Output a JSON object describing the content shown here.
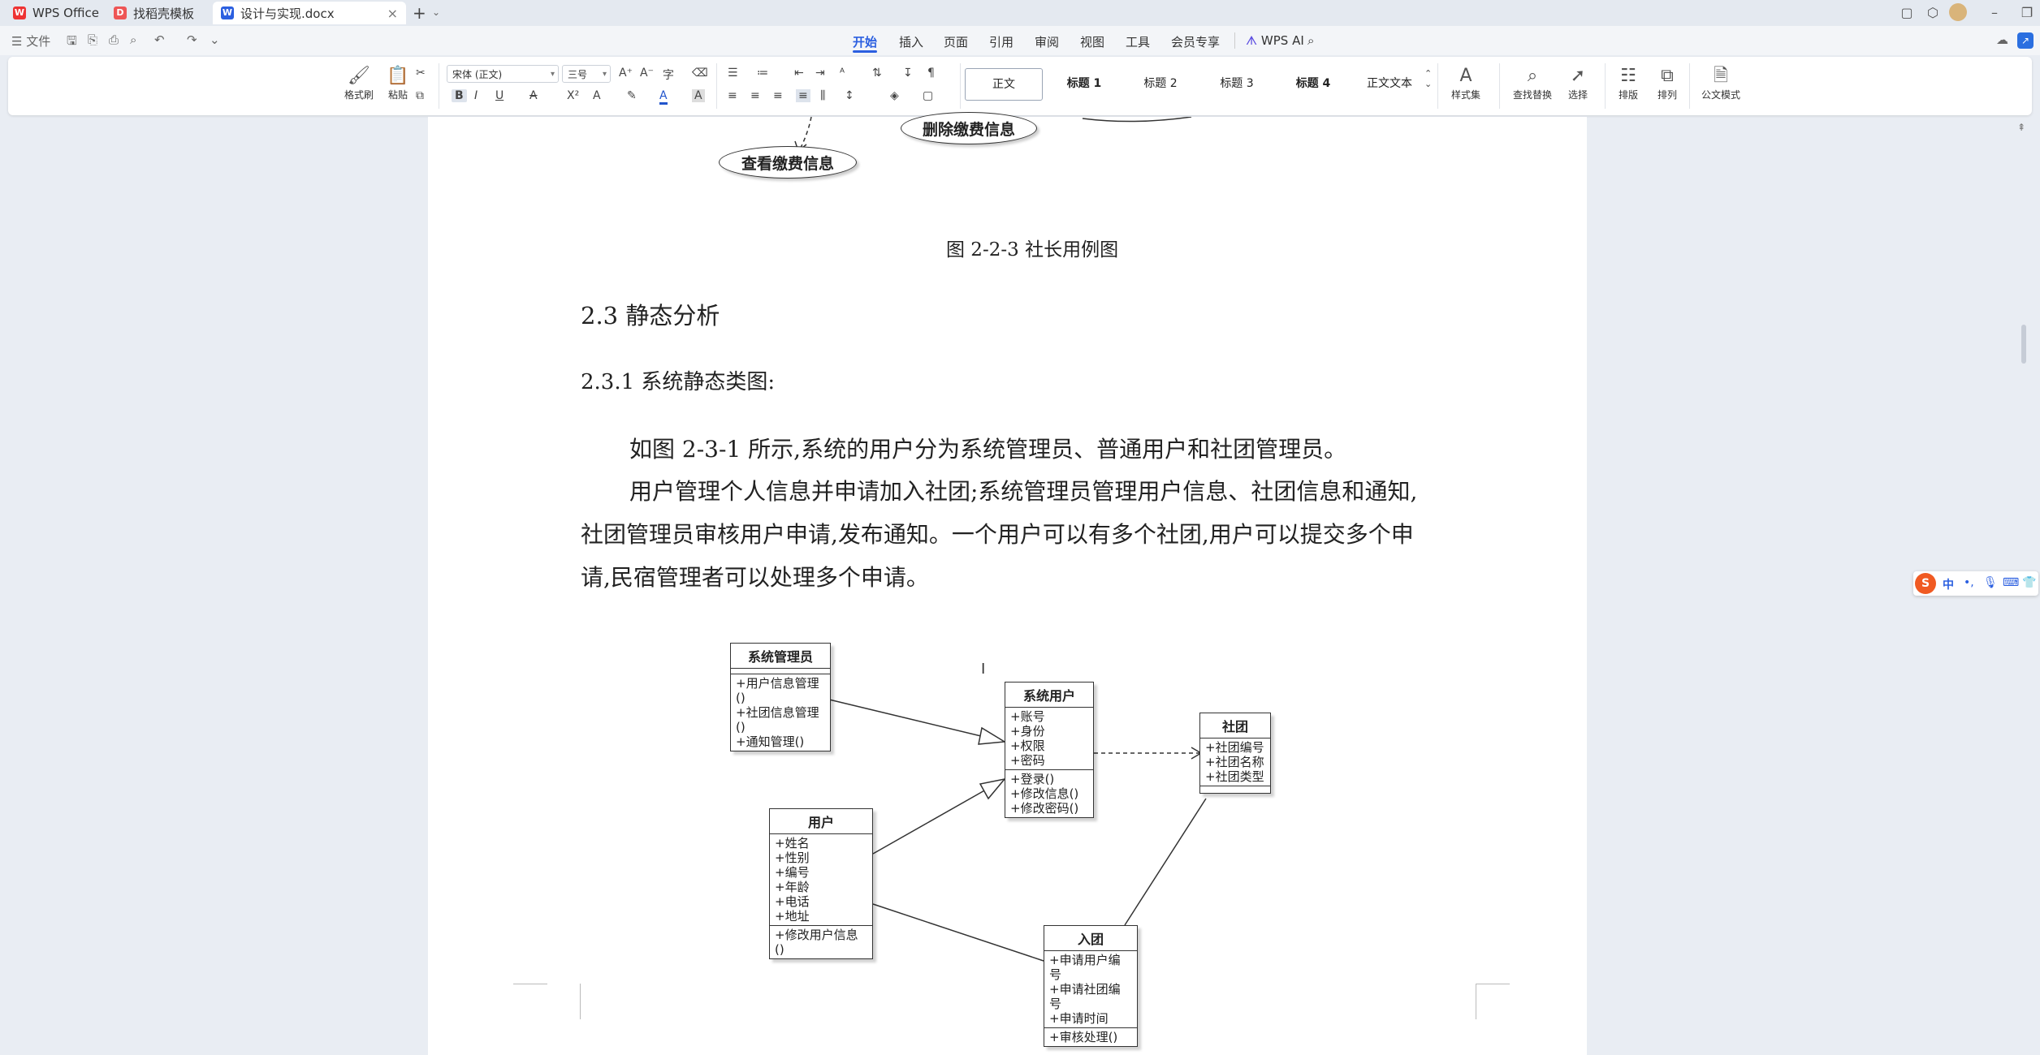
{
  "tabs": [
    {
      "label": "WPS Office",
      "icon": "wps-logo-icon"
    },
    {
      "label": "找稻壳模板",
      "icon": "docer-icon"
    },
    {
      "label": "设计与实现.docx",
      "icon": "word-doc-icon",
      "active": true
    }
  ],
  "menu": {
    "file_label": "文件",
    "items": [
      "开始",
      "插入",
      "页面",
      "引用",
      "审阅",
      "视图",
      "工具",
      "会员专享"
    ],
    "active": "开始",
    "wps_ai": "WPS AI"
  },
  "ribbon": {
    "format_painter": "格式刷",
    "paste": "粘贴",
    "font_name": "宋体 (正文)",
    "font_size": "三号",
    "styles": [
      "正文",
      "标题 1",
      "标题 2",
      "标题 3",
      "标题 4",
      "正文文本"
    ],
    "style_set": "样式集",
    "find_replace": "查找替换",
    "select": "选择",
    "layout": "排版",
    "arrange": "排列",
    "doc_mode": "公文模式"
  },
  "document": {
    "prev_ellipse_1": "删除缴费信息",
    "prev_ellipse_2": "查看缴费信息",
    "caption": "图 2-2-3 社长用例图",
    "heading_2_3": "2.3 静态分析",
    "heading_2_3_1": "2.3.1 系统静态类图:",
    "para1": "如图 2-3-1 所示,系统的用户分为系统管理员、普通用户和社团管理员。",
    "para2_line1": "用户管理个人信息并申请加入社团;系统管理员管理用户信息、社团信息和通知,",
    "para2_line2": "社团管理员审核用户申请,发布通知。一个用户可以有多个社团,用户可以提交多个申",
    "para2_line3": "请,民宿管理者可以处理多个申请。"
  },
  "uml": {
    "admin": {
      "name": "系统管理员",
      "ops": [
        "+用户信息管理()",
        "+社团信息管理()",
        "+通知管理()"
      ]
    },
    "sysuser": {
      "name": "系统用户",
      "attrs": [
        "+账号",
        "+身份",
        "+权限",
        "+密码"
      ],
      "ops": [
        "+登录()",
        "+修改信息()",
        "+修改密码()"
      ]
    },
    "club": {
      "name": "社团",
      "attrs": [
        "+社团编号",
        "+社团名称",
        "+社团类型"
      ]
    },
    "user": {
      "name": "用户",
      "attrs": [
        "+姓名",
        "+性别",
        "+编号",
        "+年龄",
        "+电话",
        "+地址"
      ],
      "ops": [
        "+修改用户信息()"
      ]
    },
    "join": {
      "name": "入团",
      "attrs": [
        "+申请用户编号",
        "+申请社团编号",
        "+申请时间"
      ],
      "ops": [
        "+审核处理()"
      ]
    }
  },
  "ime": {
    "label": "中"
  }
}
